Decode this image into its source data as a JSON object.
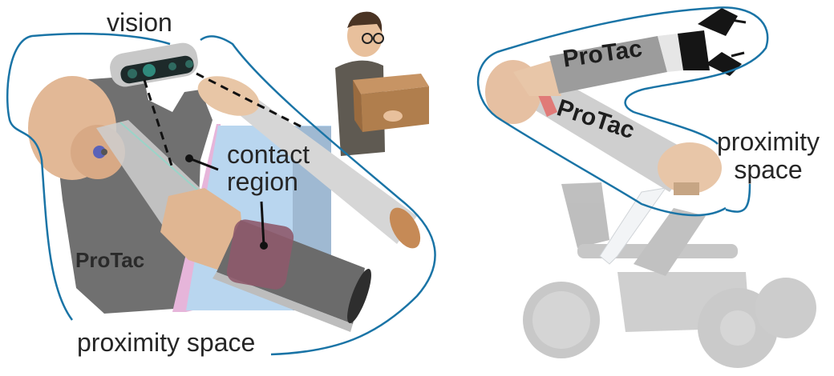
{
  "figure": {
    "left_panel": {
      "labels": {
        "vision": "vision",
        "contact_region_line1": "contact",
        "contact_region_line2": "region",
        "robot_name": "ProTac",
        "proximity_space": "proximity space"
      },
      "elements": [
        "depth-camera",
        "human-carrying-box",
        "robot-arm-links",
        "contact-plane",
        "field-of-view-lines",
        "proximity-boundary"
      ]
    },
    "right_panel": {
      "labels": {
        "link_upper": "ProTac",
        "link_lower": "ProTac",
        "proximity_line1": "proximity",
        "proximity_line2": "space"
      },
      "elements": [
        "gripper",
        "robot-arm-links",
        "wheelchair",
        "proximity-boundary"
      ]
    },
    "colors": {
      "boundary": "#1a74a6",
      "contact_plane_pink": "#e6b3d9",
      "contact_plane_blue": "#b7d5ee",
      "contact_patch": "#8e5a6b",
      "link_skin": "#e2b896",
      "link_grey": "#9a9a9a",
      "shadow_grey": "#6e6e6e",
      "text": "#262626"
    }
  }
}
